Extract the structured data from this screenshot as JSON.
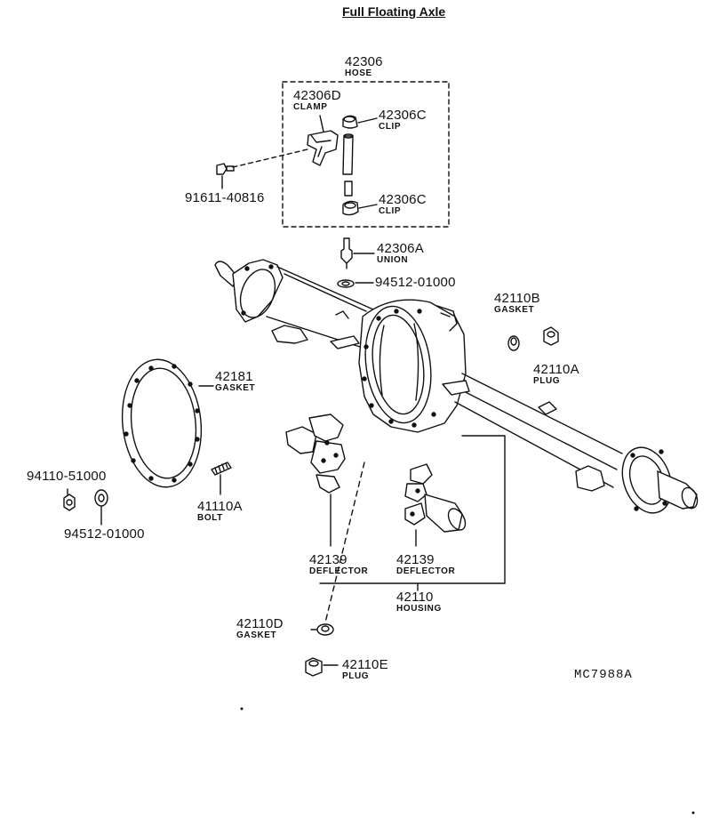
{
  "title": "Full Floating Axle",
  "code": "MC7988A",
  "parts": {
    "hose": {
      "number": "42306",
      "name": "HOSE"
    },
    "clamp": {
      "number": "42306D",
      "name": "CLAMP"
    },
    "clip_top": {
      "number": "42306C",
      "name": "CLIP"
    },
    "clip_bottom": {
      "number": "42306C",
      "name": "CLIP"
    },
    "bolt_clamp": {
      "number": "91611-40816"
    },
    "union": {
      "number": "42306A",
      "name": "UNION"
    },
    "washer_union": {
      "number": "94512-01000"
    },
    "gasket_42110b": {
      "number": "42110B",
      "name": "GASKET"
    },
    "plug_42110a": {
      "number": "42110A",
      "name": "PLUG"
    },
    "gasket_42181": {
      "number": "42181",
      "name": "GASKET"
    },
    "nut_94110": {
      "number": "94110-51000"
    },
    "washer_94512": {
      "number": "94512-01000"
    },
    "bolt_41110a": {
      "number": "41110A",
      "name": "BOLT"
    },
    "deflector_left": {
      "number": "42139",
      "name": "DEFLECTOR"
    },
    "deflector_right": {
      "number": "42139",
      "name": "DEFLECTOR"
    },
    "housing": {
      "number": "42110",
      "name": "HOUSING"
    },
    "gasket_42110d": {
      "number": "42110D",
      "name": "GASKET"
    },
    "plug_42110e": {
      "number": "42110E",
      "name": "PLUG"
    }
  }
}
